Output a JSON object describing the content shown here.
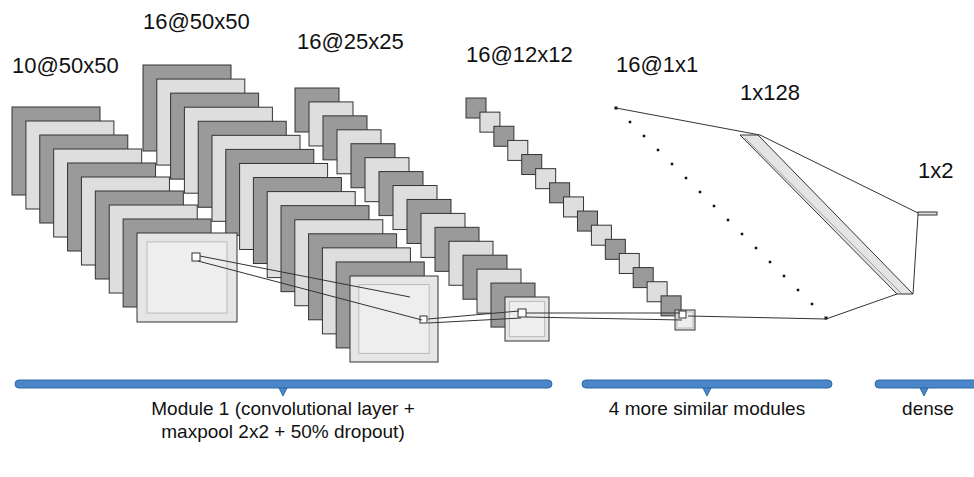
{
  "diagram": {
    "labels": [
      "10@50x50",
      "16@50x50",
      "16@25x25",
      "16@12x12",
      "16@1x1",
      "1x128",
      "1x2",
      "Module 1 (convolutional layer + maxpool 2x2 + 50% dropout)",
      "4 more similar modules",
      "dense"
    ]
  }
}
